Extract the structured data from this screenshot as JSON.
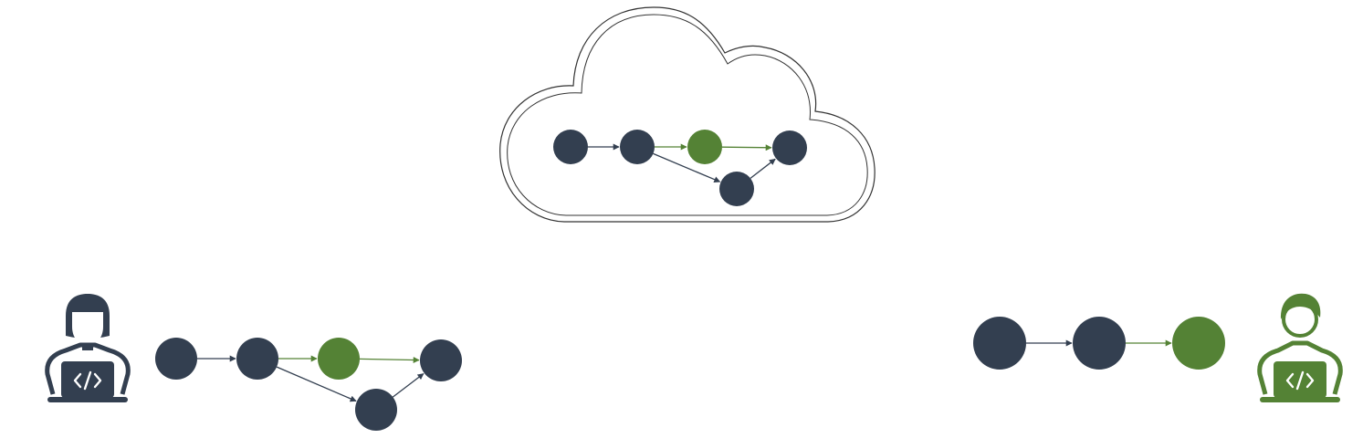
{
  "diagram": {
    "colors": {
      "dark": "#333f50",
      "green": "#548235",
      "cloud_outline": "#333333",
      "laptop_symbol": "#ffffff"
    },
    "icons": {
      "cloud": "cloud-icon",
      "left_developer": "female-developer-icon",
      "right_developer": "male-developer-icon",
      "laptop_code": "code-brackets-icon"
    },
    "graphs": [
      {
        "id": "remote-repository",
        "nodes": [
          {
            "id": "r1",
            "color": "dark"
          },
          {
            "id": "r2",
            "color": "dark"
          },
          {
            "id": "r3",
            "color": "green"
          },
          {
            "id": "r4",
            "color": "dark"
          },
          {
            "id": "r5",
            "color": "dark"
          }
        ],
        "edges": [
          {
            "from": "r1",
            "to": "r2",
            "color": "dark"
          },
          {
            "from": "r2",
            "to": "r3",
            "color": "green"
          },
          {
            "from": "r3",
            "to": "r4",
            "color": "green"
          },
          {
            "from": "r2",
            "to": "r5",
            "color": "dark"
          },
          {
            "from": "r5",
            "to": "r4",
            "color": "dark"
          }
        ]
      },
      {
        "id": "left-local-repository",
        "nodes": [
          {
            "id": "l1",
            "color": "dark"
          },
          {
            "id": "l2",
            "color": "dark"
          },
          {
            "id": "l3",
            "color": "green"
          },
          {
            "id": "l4",
            "color": "dark"
          },
          {
            "id": "l5",
            "color": "dark"
          }
        ],
        "edges": [
          {
            "from": "l1",
            "to": "l2",
            "color": "dark"
          },
          {
            "from": "l2",
            "to": "l3",
            "color": "green"
          },
          {
            "from": "l3",
            "to": "l4",
            "color": "green"
          },
          {
            "from": "l2",
            "to": "l5",
            "color": "dark"
          },
          {
            "from": "l5",
            "to": "l4",
            "color": "dark"
          }
        ]
      },
      {
        "id": "right-local-repository",
        "nodes": [
          {
            "id": "m1",
            "color": "dark"
          },
          {
            "id": "m2",
            "color": "dark"
          },
          {
            "id": "m3",
            "color": "green"
          }
        ],
        "edges": [
          {
            "from": "m1",
            "to": "m2",
            "color": "dark"
          },
          {
            "from": "m2",
            "to": "m3",
            "color": "green"
          }
        ]
      }
    ]
  }
}
